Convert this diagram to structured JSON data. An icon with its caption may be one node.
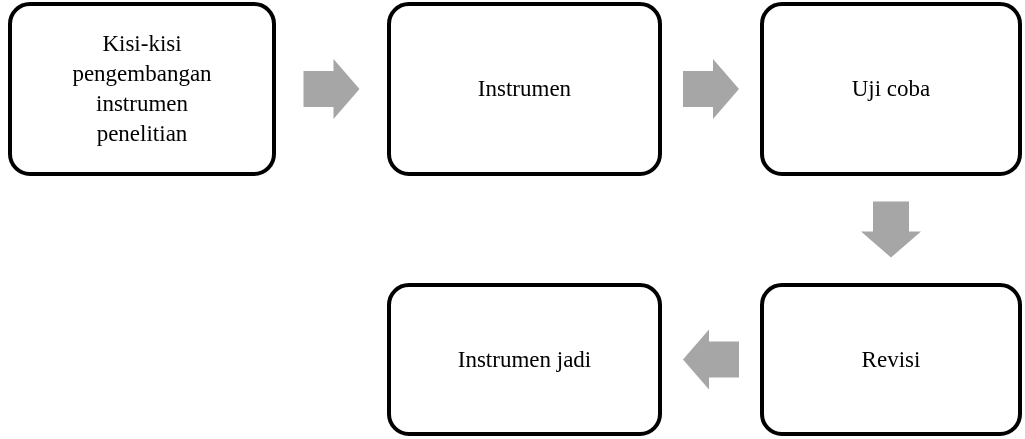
{
  "diagram": {
    "nodes": [
      {
        "text": [
          "Kisi-kisi pengembangan instrumen penelitian"
        ]
      },
      {
        "text": [
          "Instrumen"
        ]
      },
      {
        "text": [
          "Uji coba"
        ]
      },
      {
        "text": [
          "Revisi"
        ]
      },
      {
        "text": [
          "Instrumen jadi"
        ]
      }
    ],
    "edges": [
      {
        "from": 0,
        "to": 1,
        "arrow": "to"
      },
      {
        "from": 1,
        "to": 2,
        "arrow": "to"
      },
      {
        "from": 2,
        "to": 3,
        "arrow": "to"
      },
      {
        "from": 3,
        "to": 4,
        "arrow": "to"
      }
    ]
  }
}
